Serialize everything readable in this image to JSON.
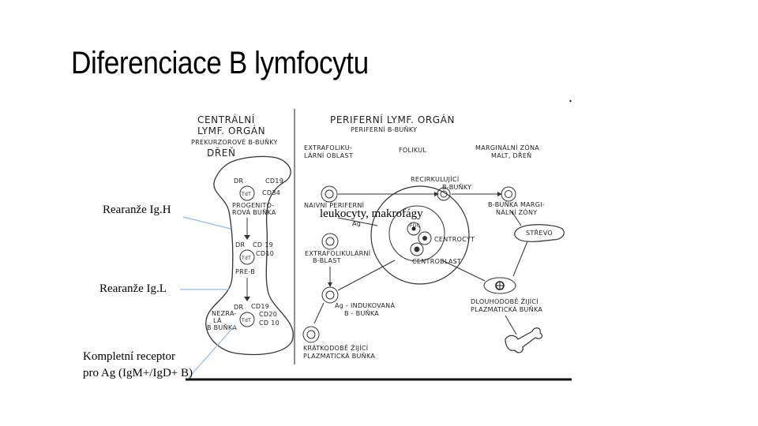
{
  "title": "Diferenciace B lymfocytu",
  "overlay_labels": {
    "rearr_igh": "Rearanže Ig.H",
    "rearr_igl": "Rearanže Ig.L",
    "complete_receptor": "Kompletní receptor pro Ag (IgM+/IgD+ B)",
    "leukocytes": "leukocyty, makrofágy"
  },
  "diagram": {
    "central": {
      "heading1": "CENTRÁLNÍ",
      "heading2": "LYMF. ORGÁN",
      "sub1": "PREKURZOROVÉ B-BUŇKY",
      "sub2": "DŘEŇ",
      "dr1": "DR",
      "cd19a": "CD19",
      "tdt1": "TdT",
      "cd34": "CD34",
      "progenitor1": "PROGENITO-",
      "progenitor2": "ROVÁ BUŇKA",
      "dr2": "DR",
      "cd19b": "CD 19",
      "cd10a": "CD10",
      "tdt2": "TdT",
      "preb": "PRE-B",
      "dr3": "DR",
      "cd19c": "CD19",
      "cd20": "CD20",
      "cd10b": "CD 10",
      "tdt3": "TdT",
      "nezra1": "NEZRA-",
      "nezra2": "LÁ",
      "nezra3": "B BUŇKA"
    },
    "peripheral": {
      "heading1": "PERIFERNÍ LYMF. ORGÁN",
      "heading2": "PERIFERNÍ B-BUŇKY",
      "extra1": "EXTRAFOLIKU-",
      "extra2": "LÁRNÍ OBLAST",
      "folikul": "FOLIKUL",
      "marg1": "MARGINÁLNÍ ZÓNA",
      "marg2": "MALT, DŘEŇ",
      "recirc1": "RECIRKULUJÍCÍ",
      "recirc2": "B-BUŇKY",
      "naive1": "NAIVNÍ PERIFERNÍ",
      "ag1": "Ag",
      "fdc": "FDC",
      "centrocyt": "CENTROCYT",
      "centroblast": "CENTROBLAST",
      "bmarg1": "B-BUŇKA MARGI-",
      "bmarg2": "NÁLNÍ ZÓNY",
      "strevo": "STŘEVO",
      "eblast1": "EXTRAFOLIKULÁRNÍ",
      "eblast2": "B-BLAST",
      "agind1": "Ag - INDUKOVANÁ",
      "agind2": "B - BUŇKA",
      "long1": "DLOUHODOBĚ ŽIJÍCÍ",
      "long2": "PLAZMATICKÁ BUŇKA",
      "short1": "KRÁTKODOBĚ ŽIJÍCÍ",
      "short2": "PLAZMATICKÁ BUŇKA"
    }
  }
}
